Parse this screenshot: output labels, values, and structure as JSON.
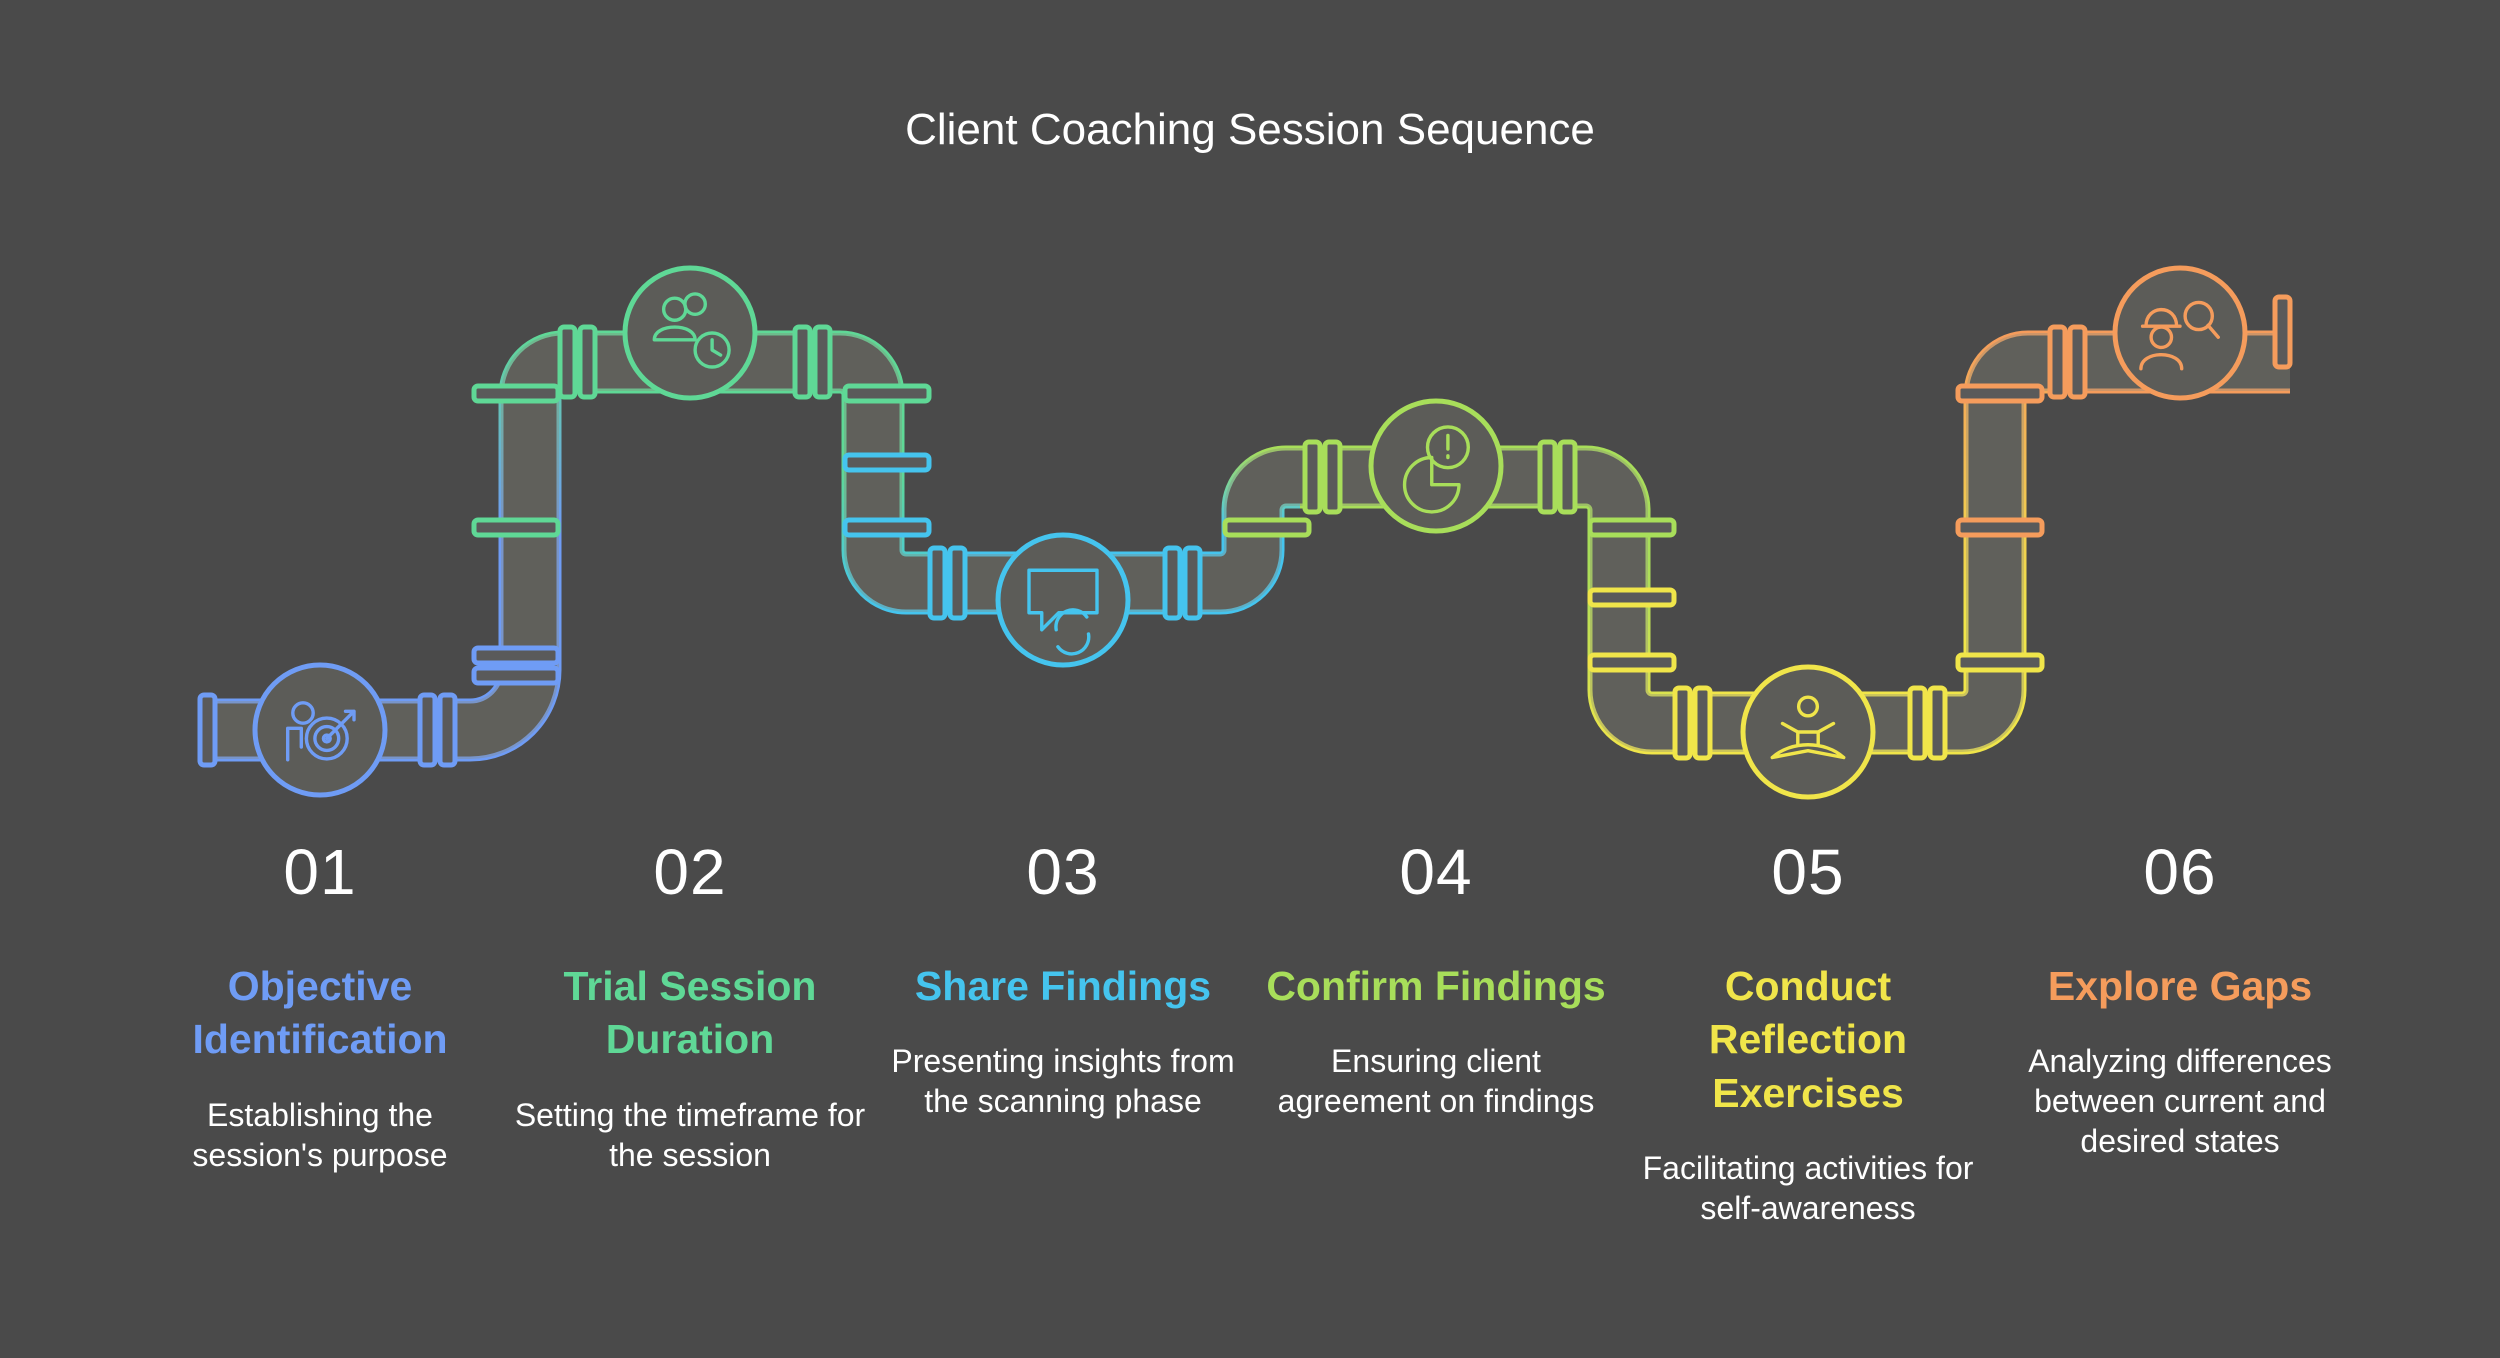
{
  "title": "Client Coaching Session Sequence",
  "colors": {
    "background": "#4a4a4a",
    "step1": "#6f9cf5",
    "step2": "#5fd896",
    "step3": "#45c4ee",
    "step4": "#a8de5a",
    "step5": "#f0e54a",
    "step6": "#f59c5c"
  },
  "steps": [
    {
      "number": "01",
      "title": "Objective Identification",
      "description": "Establishing the session's purpose",
      "color": "#6f9cf5",
      "icon": "person-target-icon"
    },
    {
      "number": "02",
      "title": "Trial Session Duration",
      "description": "Setting the timeframe for the session",
      "color": "#5fd896",
      "icon": "people-clock-icon"
    },
    {
      "number": "03",
      "title": "Share Findings",
      "description": "Presenting insights from the scanning phase",
      "color": "#45c4ee",
      "icon": "chat-refresh-icon"
    },
    {
      "number": "04",
      "title": "Confirm Findings",
      "description": "Ensuring client agreement on findings",
      "color": "#a8de5a",
      "icon": "pie-alert-icon"
    },
    {
      "number": "05",
      "title": "Conduct Reflection Exercises",
      "description": "Facilitating activities for self-awareness",
      "color": "#f0e54a",
      "icon": "meditation-icon"
    },
    {
      "number": "06",
      "title": "Explore Gaps",
      "description": "Analyzing differences between current and desired states",
      "color": "#f59c5c",
      "icon": "worker-search-icon"
    }
  ]
}
